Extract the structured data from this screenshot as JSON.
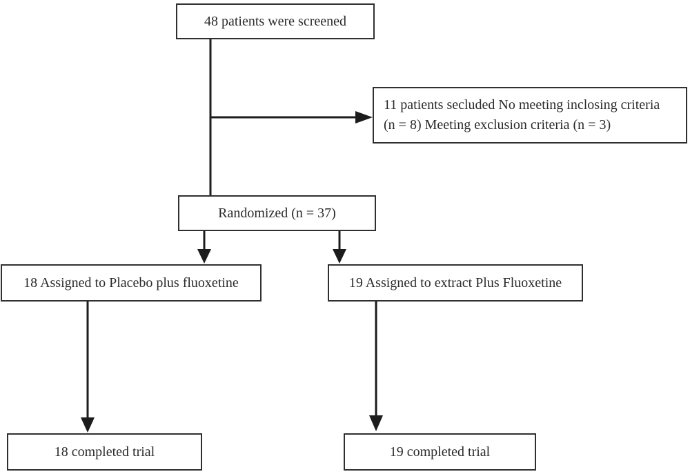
{
  "diagram": {
    "type": "flowchart",
    "description": "clinical trial patient flow (CONSORT) diagram",
    "colors": {
      "background": "#ffffff",
      "box_border": "#2f2f2f",
      "line": "#1c1c1c",
      "text": "#2b2b2b"
    },
    "nodes": {
      "screened": {
        "text": "48 patients were screened"
      },
      "excluded": {
        "lines": [
          "11 patients secluded No meeting inclosing criteria",
          "(n = 8) Meeting exclusion criteria (n = 3)"
        ]
      },
      "randomized": {
        "text": "Randomized (n = 37)"
      },
      "placebo": {
        "text": "18 Assigned to Placebo plus fluoxetine"
      },
      "extract": {
        "text": "19 Assigned to extract Plus Fluoxetine"
      },
      "completed_left": {
        "text": "18 completed trial"
      },
      "completed_right": {
        "text": "19 completed trial"
      }
    },
    "edges": [
      {
        "from": "screened",
        "to": "randomized",
        "style": "plain-line"
      },
      {
        "from": "screened",
        "to": "excluded",
        "style": "arrow-right"
      },
      {
        "from": "randomized",
        "to": "placebo",
        "style": "arrow-down"
      },
      {
        "from": "randomized",
        "to": "extract",
        "style": "arrow-down"
      },
      {
        "from": "placebo",
        "to": "completed_left",
        "style": "arrow-down"
      },
      {
        "from": "extract",
        "to": "completed_right",
        "style": "arrow-down"
      }
    ]
  }
}
